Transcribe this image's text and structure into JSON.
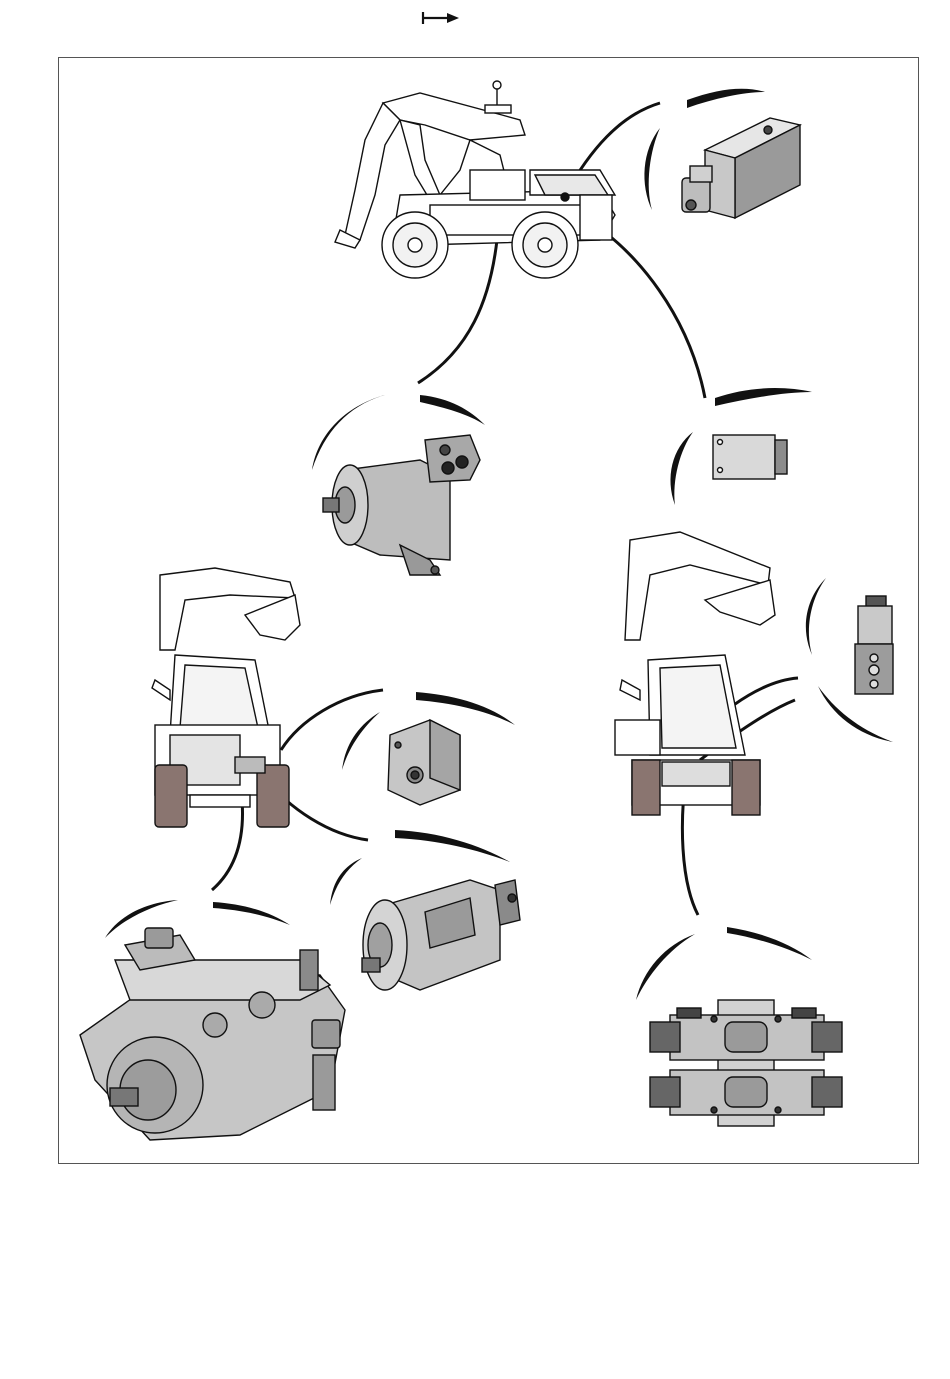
{
  "page": {
    "background": "#ffffff"
  },
  "nav": {
    "icon": "next-arrow-icon"
  },
  "colors": {
    "ink": "#111111",
    "metal": "#bdbdbd",
    "metal_dark": "#8c8c8c",
    "tyre": "#8a7570",
    "frame": "#555555"
  },
  "components": [
    {
      "name": "wheeled-excavator-illustration",
      "icon": "excavator-icon"
    },
    {
      "name": "solenoid-valve-block",
      "icon": "valve-icon"
    },
    {
      "name": "axial-piston-motor",
      "icon": "motor-icon"
    },
    {
      "name": "control-block-small",
      "icon": "block-icon"
    },
    {
      "name": "backhoe-loader-illustration",
      "icon": "backhoe-icon"
    },
    {
      "name": "crawler-excavator-illustration",
      "icon": "excavator-icon"
    },
    {
      "name": "valve-stack-vertical",
      "icon": "valve-icon"
    },
    {
      "name": "gear-pump",
      "icon": "pump-icon"
    },
    {
      "name": "variable-piston-pump-large",
      "icon": "pump-icon"
    },
    {
      "name": "axial-piston-pump",
      "icon": "pump-icon"
    },
    {
      "name": "directional-valve-pair",
      "icon": "valve-icon"
    }
  ]
}
